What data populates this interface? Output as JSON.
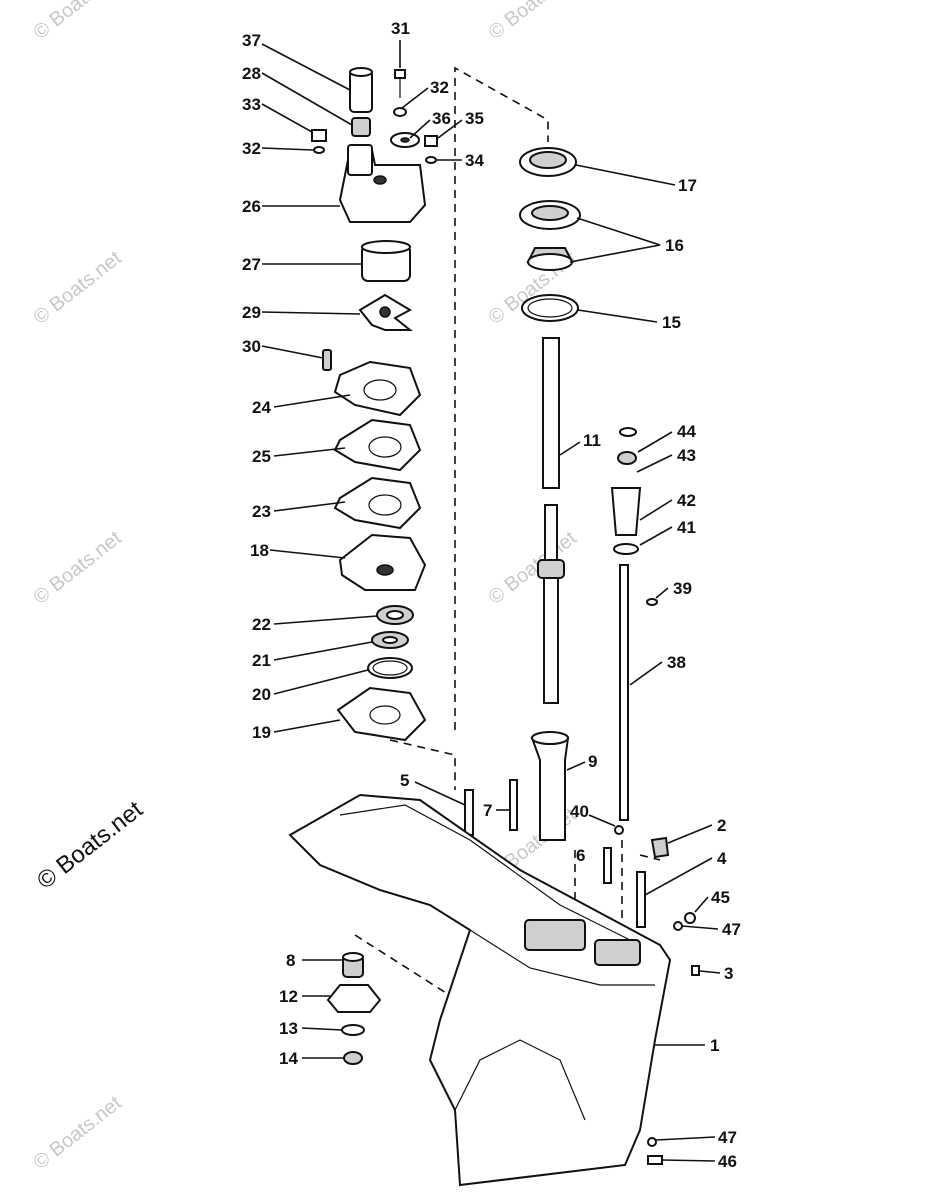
{
  "watermark": {
    "text": "© Boats.net",
    "main_text": "© Boats.net"
  },
  "callouts": {
    "n1": "1",
    "n2": "2",
    "n3": "3",
    "n4": "4",
    "n5": "5",
    "n6": "6",
    "n7": "7",
    "n8": "8",
    "n9": "9",
    "n11": "11",
    "n12": "12",
    "n13": "13",
    "n14": "14",
    "n15": "15",
    "n16": "16",
    "n17": "17",
    "n18": "18",
    "n19": "19",
    "n20": "20",
    "n21": "21",
    "n22": "22",
    "n23": "23",
    "n24": "24",
    "n25": "25",
    "n26": "26",
    "n27": "27",
    "n28": "28",
    "n29": "29",
    "n30": "30",
    "n31": "31",
    "n32a": "32",
    "n32b": "32",
    "n33": "33",
    "n34": "34",
    "n35": "35",
    "n36": "36",
    "n37": "37",
    "n38": "38",
    "n39": "39",
    "n40": "40",
    "n41": "41",
    "n42": "42",
    "n43": "43",
    "n44": "44",
    "n45": "45",
    "n46": "46",
    "n47a": "47",
    "n47b": "47"
  }
}
